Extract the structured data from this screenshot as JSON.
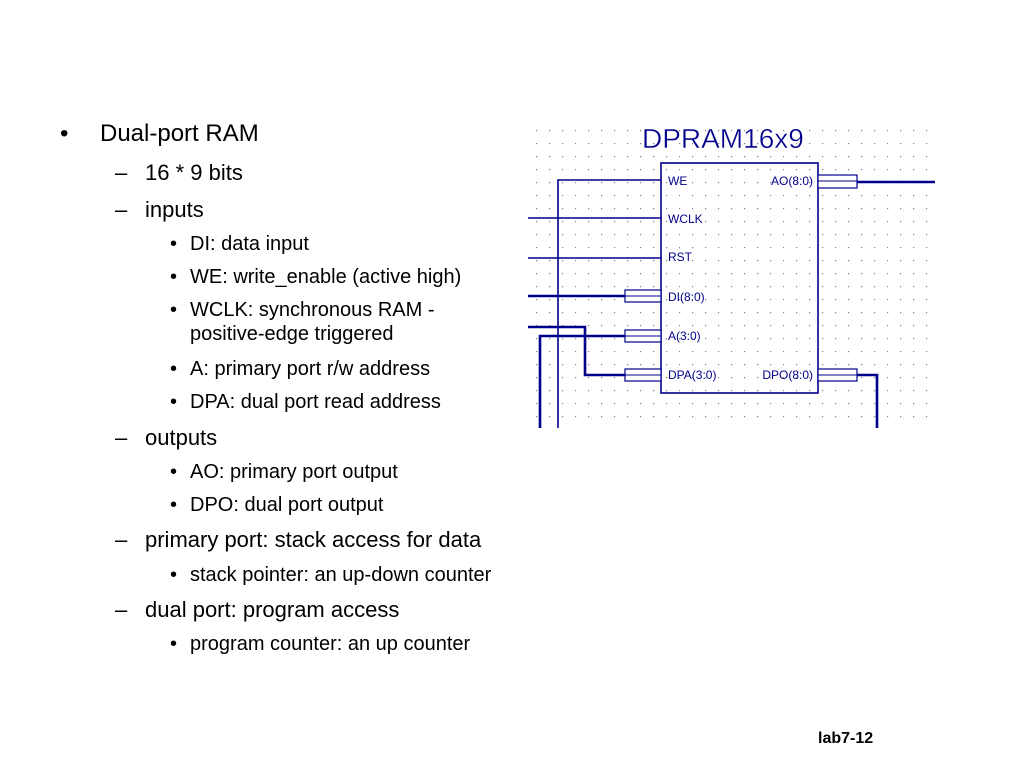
{
  "bullets": {
    "dual_port_ram": "Dual-port RAM",
    "size": "16 * 9 bits",
    "inputs": "inputs",
    "di": "DI: data input",
    "we": "WE: write_enable (active high)",
    "wclk_1": "WCLK: synchronous RAM -",
    "wclk_2": "positive-edge triggered",
    "a": "A: primary port r/w address",
    "dpa": "DPA: dual port read address",
    "outputs": "outputs",
    "ao": "AO: primary port output",
    "dpo": "DPO: dual port output",
    "primary_port": "primary port: stack access for data",
    "stack_pointer": "stack pointer: an up-down counter",
    "dual_port": "dual port: program access",
    "program_counter": "program counter: an up counter"
  },
  "bullet_chars": {
    "l1": "•",
    "l2": "–",
    "l3": "•"
  },
  "diagram": {
    "title": "DPRAM16x9",
    "pins": {
      "we": "WE",
      "wclk": "WCLK",
      "rst": "RST",
      "di": "DI(8:0)",
      "a": "A(3:0)",
      "dpa": "DPA(3:0)",
      "ao": "AO(8:0)",
      "dpo": "DPO(8:0)"
    },
    "colors": {
      "ink": "#00008b",
      "grid": "#808080"
    }
  },
  "footer": {
    "label": "lab7-12"
  }
}
